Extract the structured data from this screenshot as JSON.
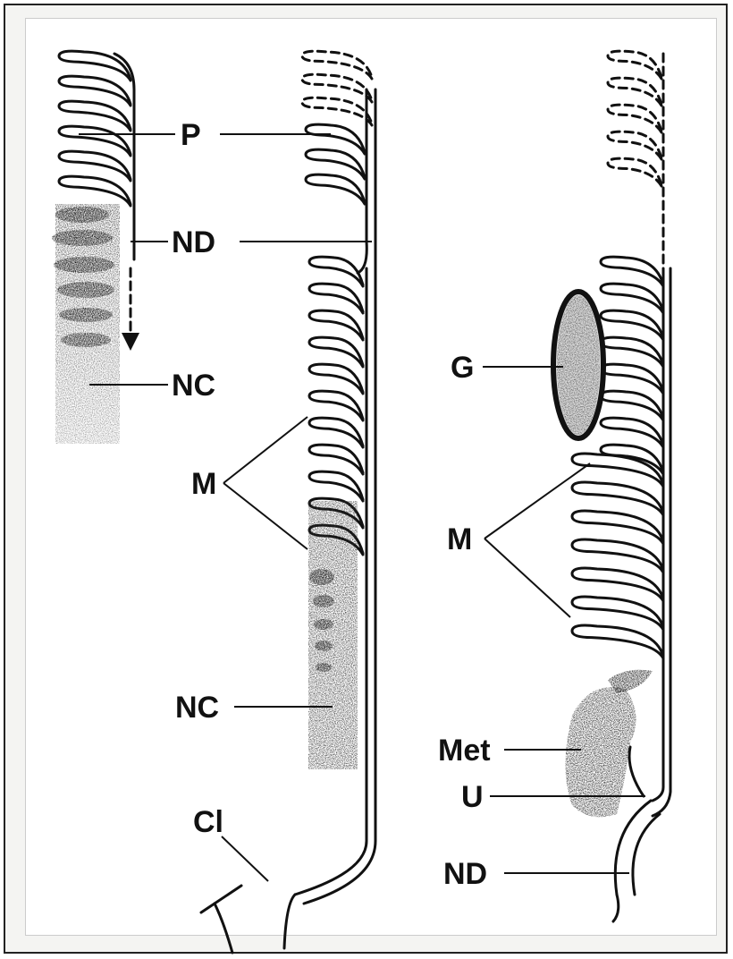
{
  "figure": {
    "panel_a": {
      "label_p": "P",
      "label_nd": "ND",
      "label_nc": "NC"
    },
    "panel_b": {
      "label_m": "M",
      "label_nc": "NC",
      "label_cl": "Cl"
    },
    "panel_c": {
      "label_g": "G",
      "label_m": "M",
      "label_met": "Met",
      "label_u": "U",
      "label_nd": "ND"
    }
  }
}
